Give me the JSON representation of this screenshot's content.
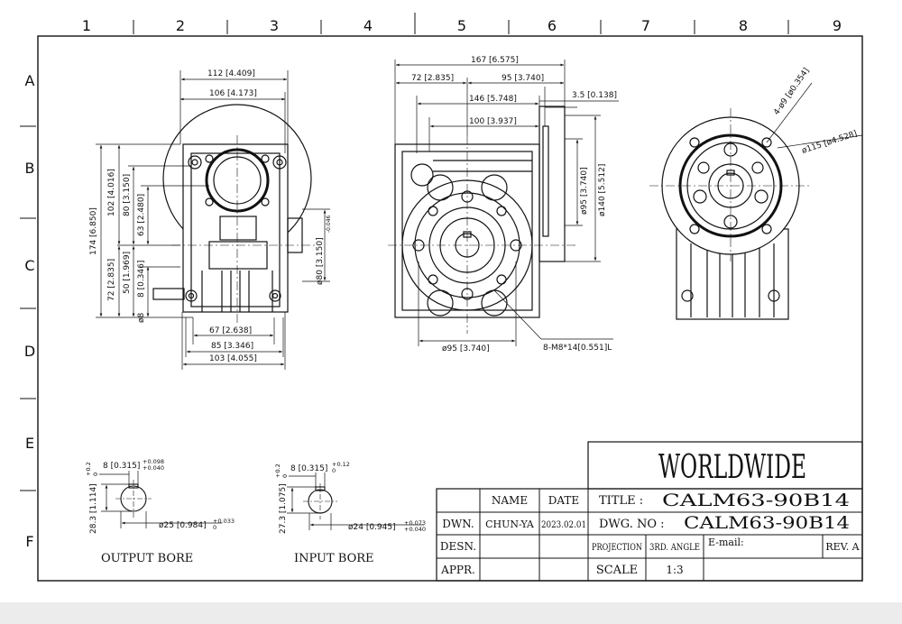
{
  "grid": {
    "columns": [
      "1",
      "2",
      "3",
      "4",
      "5",
      "6",
      "7",
      "8",
      "9"
    ],
    "rows": [
      "A",
      "B",
      "C",
      "D",
      "E",
      "F"
    ]
  },
  "side_view": {
    "dims": [
      "112 [4.409]",
      "106 [4.173]",
      "102 [4.016]",
      "80 [3.150]",
      "63 [2.480]",
      "174 [6.850]",
      "72 [2.835]",
      "50 [1.969]",
      "8 [0.346]",
      "ø8",
      "67 [2.638]",
      "85 [3.346]",
      "103 [4.055]",
      "ø80 [3.150]"
    ],
    "tol_80": "-0.046"
  },
  "front_view": {
    "dims": [
      "167 [6.575]",
      "72 [2.835]",
      "95 [3.740]",
      "146 [5.748]",
      "100 [3.937]",
      "3.5 [0.138]",
      "ø95 [3.740]",
      "ø140 [5.512]",
      "ø95 [3.740]"
    ],
    "thread_label": "8-M8*14[0.551]L"
  },
  "flange_view": {
    "holes_label": "4-ø9 [ø0.354]",
    "pcd_label": "ø115 [ø4.528]"
  },
  "output_bore": {
    "caption": "OUTPUT BORE",
    "key_dim": "8 [0.315]",
    "key_tol_up": "+0.098",
    "key_tol_dn": "+0.040",
    "height_dim": "28.3 [1.114]",
    "height_tol_up": "+0.2",
    "height_tol_dn": "0",
    "dia_dim": "ø25 [0.984]",
    "dia_tol_up": "+0.033",
    "dia_tol_dn": "0"
  },
  "input_bore": {
    "caption": "INPUT BORE",
    "key_dim": "8 [0.315]",
    "key_tol_up": "+0.12",
    "key_tol_dn": "0",
    "height_dim": "27.3 [1.075]",
    "height_tol_up": "+0.2",
    "height_tol_dn": "0",
    "dia_dim": "ø24 [0.945]",
    "dia_tol_up": "+0.073",
    "dia_tol_dn": "+0.040"
  },
  "title_block": {
    "company": "WORLDWIDE",
    "name_header": "NAME",
    "date_header": "DATE",
    "dwn_label": "DWN.",
    "dwn_name": "CHUN-YA",
    "dwn_date": "2023.02.01",
    "desn_label": "DESN.",
    "appr_label": "APPR.",
    "title_label": "TITLE :",
    "title_value": "CALM63-90B14",
    "dwg_label": "DWG. NO :",
    "dwg_value": "CALM63-90B14",
    "projection_label": "PROJECTION",
    "angle_label": "3RD. ANGLE",
    "email_label": "E-mail:",
    "rev_label": "REV. A",
    "scale_label": "SCALE",
    "scale_value": "1:3"
  }
}
